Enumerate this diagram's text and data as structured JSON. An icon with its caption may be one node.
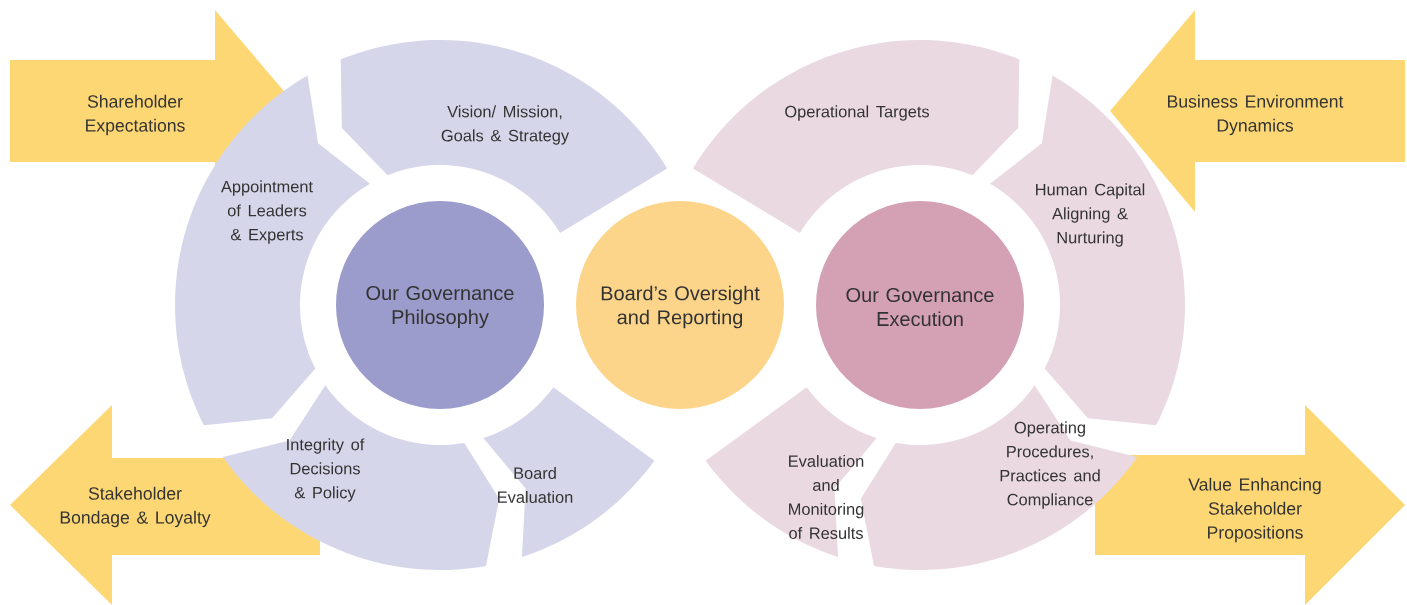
{
  "diagram": {
    "nodes": [
      {
        "text": [
          "Shareholder Expectations"
        ]
      },
      {
        "text": [
          "Business Environment Dynamics"
        ]
      },
      {
        "text": [
          "Stakeholder Bondage & Loyalty"
        ]
      },
      {
        "text": [
          "Value Enhancing Stakeholder Propositions"
        ]
      },
      {
        "text": [
          "Vision/ Mission, Goals & Strategy"
        ]
      },
      {
        "text": [
          "Appointment of Leaders & Experts"
        ]
      },
      {
        "text": [
          "Integrity of Decisions & Policy"
        ]
      },
      {
        "text": [
          "Board Evaluation"
        ]
      },
      {
        "text": [
          "Our Governance Philosophy"
        ]
      },
      {
        "text": [
          "Board’s Oversight and Reporting"
        ]
      },
      {
        "text": [
          "Our Governance Execution"
        ]
      },
      {
        "text": [
          "Operational Targets"
        ]
      },
      {
        "text": [
          "Human Capital Aligning & Nurturing"
        ]
      },
      {
        "text": [
          "Operating Procedures, Practices and Compliance"
        ]
      },
      {
        "text": [
          "Evaluation and Monitoring of Results"
        ]
      }
    ]
  }
}
